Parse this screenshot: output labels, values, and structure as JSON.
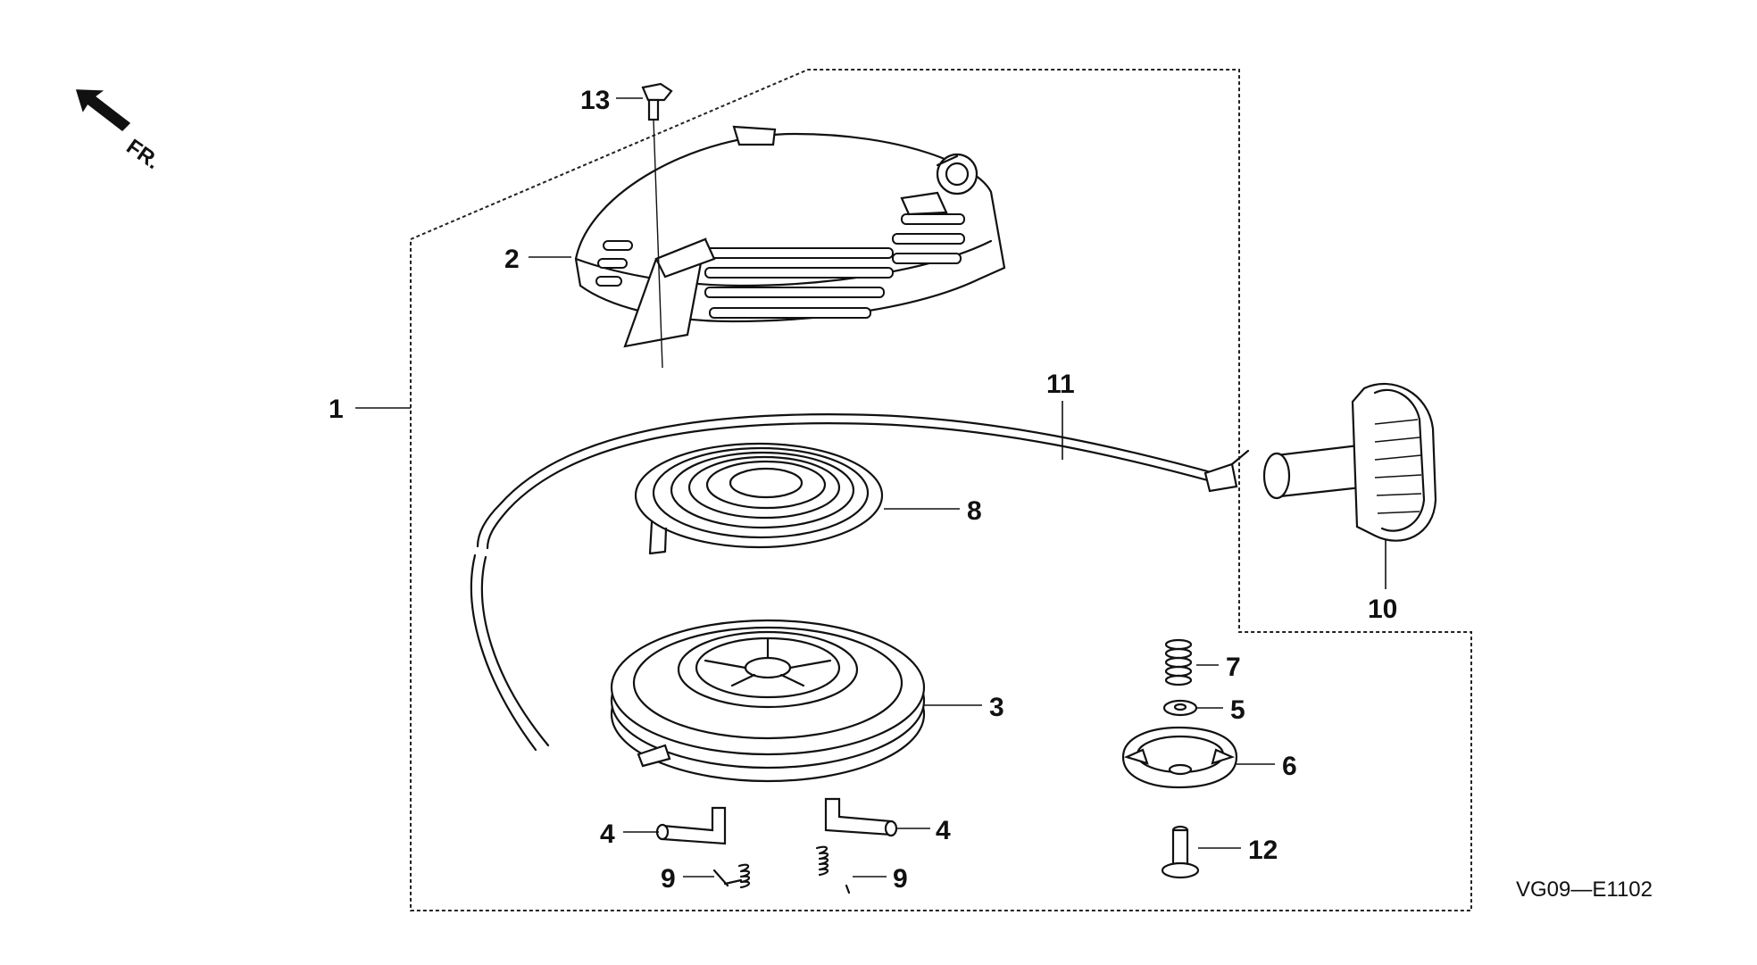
{
  "diagram": {
    "direction_label": "FR.",
    "diagram_code": "VG09—E1102",
    "callouts": {
      "c1": "1",
      "c2": "2",
      "c3": "3",
      "c4a": "4",
      "c4b": "4",
      "c5": "5",
      "c6": "6",
      "c7": "7",
      "c8": "8",
      "c9a": "9",
      "c9b": "9",
      "c10": "10",
      "c11": "11",
      "c12": "12",
      "c13": "13"
    },
    "icons": {
      "front_arrow": "front-direction-arrow-icon"
    }
  }
}
